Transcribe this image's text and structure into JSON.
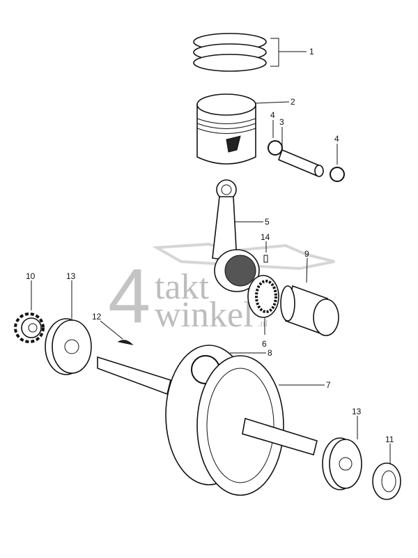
{
  "watermark": {
    "digit": "4",
    "line1": "takt",
    "line2": "winkel",
    "suffix": ".nl",
    "color": "#c0c0c0"
  },
  "labels": {
    "piston_rings": "1",
    "piston": "2",
    "piston_pin": "3",
    "pin_clip_left": "4",
    "pin_clip_right": "4",
    "connecting_rod": "5",
    "needle_bearing": "6",
    "crank_flywheel_right": "7",
    "crank_flywheel_left": "8",
    "crank_pin": "9",
    "sprocket": "10",
    "oil_seal": "11",
    "woodruff_key": "12",
    "bearing_left": "13",
    "bearing_right": "13",
    "key_pin": "14"
  }
}
